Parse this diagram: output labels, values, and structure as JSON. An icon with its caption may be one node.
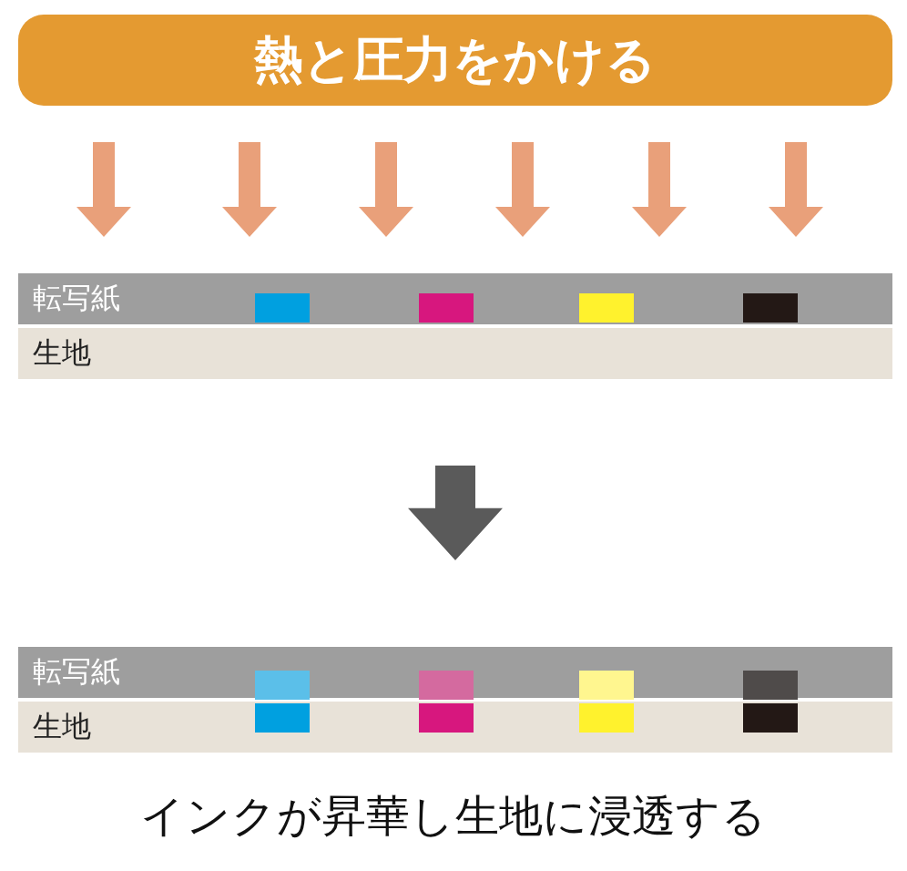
{
  "diagram": {
    "caption": "インクが昇華し生地に浸透する",
    "nodes": [
      {
        "text": [
          "熱と圧力をかける"
        ]
      },
      {
        "text": [
          "転写紙"
        ]
      },
      {
        "text": [
          "生地"
        ]
      },
      {
        "text": [
          "転写紙"
        ]
      },
      {
        "text": [
          "生地"
        ]
      }
    ],
    "edges": [
      {
        "from": 0,
        "to": 1,
        "arrow": "to"
      },
      {
        "from": 0,
        "to": 1,
        "arrow": "to"
      },
      {
        "from": 0,
        "to": 1,
        "arrow": "to"
      },
      {
        "from": 0,
        "to": 1,
        "arrow": "to"
      },
      {
        "from": 0,
        "to": 1,
        "arrow": "to"
      },
      {
        "from": 0,
        "to": 1,
        "arrow": "to"
      },
      {
        "from": 2,
        "to": 3,
        "arrow": "to",
        "color": "#5a5a5a"
      }
    ]
  }
}
